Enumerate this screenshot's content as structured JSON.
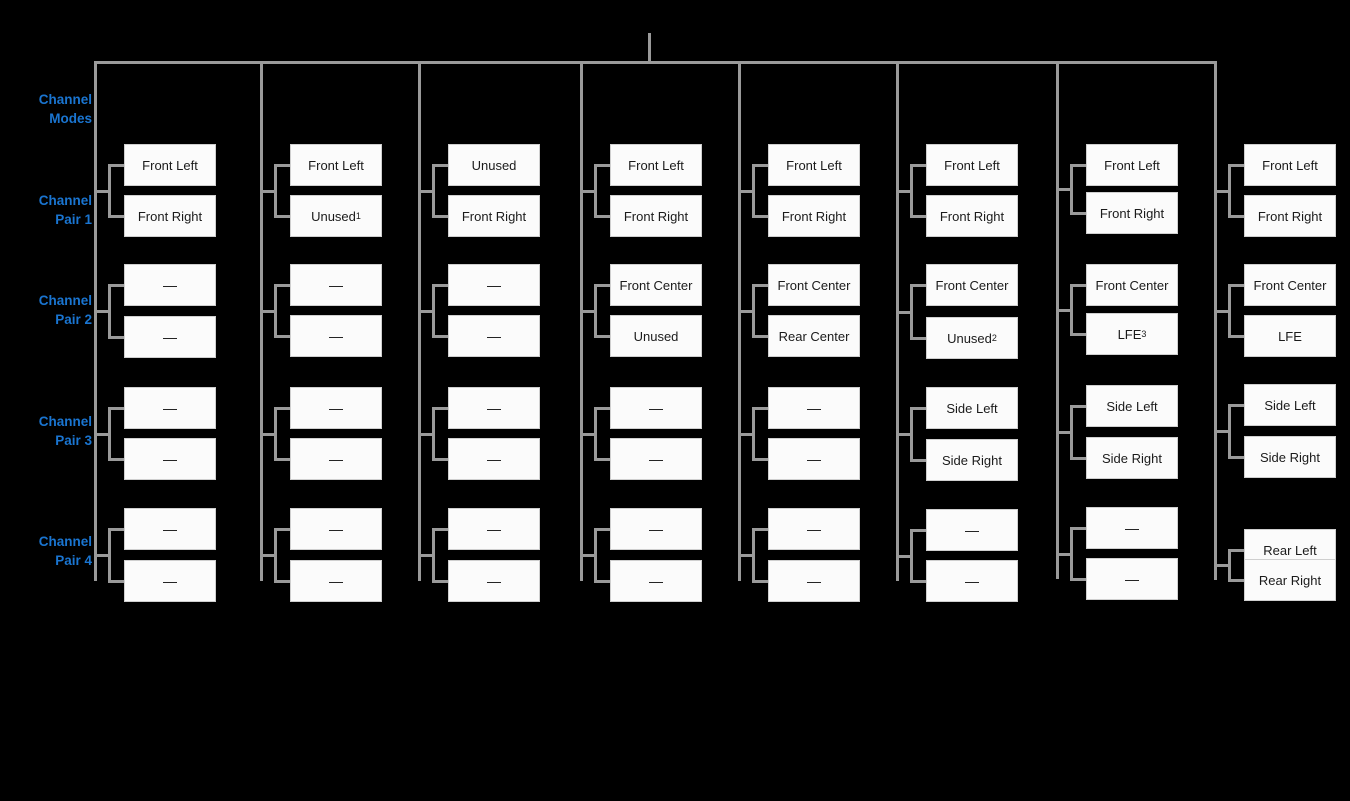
{
  "accent_color": "#1a75d1",
  "line_color": "#9a9a9a",
  "box_fill": "#fbfbfb",
  "box_border": "#cfcfcf",
  "background": "#000000",
  "row_labels": [
    {
      "id": "channel-modes",
      "line1": "Channel",
      "line2": "Modes"
    },
    {
      "id": "channel-pair-1",
      "line1": "Channel",
      "line2": "Pair 1"
    },
    {
      "id": "channel-pair-2",
      "line1": "Channel",
      "line2": "Pair 2"
    },
    {
      "id": "channel-pair-3",
      "line1": "Channel",
      "line2": "Pair 3"
    },
    {
      "id": "channel-pair-4",
      "line1": "Channel",
      "line2": "Pair 4"
    }
  ],
  "empty_cell": "—",
  "columns": [
    {
      "index": 1,
      "header": "",
      "pairs": [
        {
          "pair": 1,
          "top": "Front Left",
          "bottom": "Front Right"
        },
        {
          "pair": 2,
          "top": "—",
          "bottom": "—"
        },
        {
          "pair": 3,
          "top": "—",
          "bottom": "—"
        },
        {
          "pair": 4,
          "top": "—",
          "bottom": "—"
        }
      ]
    },
    {
      "index": 2,
      "header": "",
      "pairs": [
        {
          "pair": 1,
          "top": "Front Left",
          "bottom": "Unused",
          "bottom_sup": "1"
        },
        {
          "pair": 2,
          "top": "—",
          "bottom": "—"
        },
        {
          "pair": 3,
          "top": "—",
          "bottom": "—"
        },
        {
          "pair": 4,
          "top": "—",
          "bottom": "—"
        }
      ]
    },
    {
      "index": 3,
      "header": "",
      "pairs": [
        {
          "pair": 1,
          "top": "Unused",
          "bottom": "Front Right"
        },
        {
          "pair": 2,
          "top": "—",
          "bottom": "—"
        },
        {
          "pair": 3,
          "top": "—",
          "bottom": "—"
        },
        {
          "pair": 4,
          "top": "—",
          "bottom": "—"
        }
      ]
    },
    {
      "index": 4,
      "header": "",
      "pairs": [
        {
          "pair": 1,
          "top": "Front Left",
          "bottom": "Front Right"
        },
        {
          "pair": 2,
          "top": "Front Center",
          "bottom": "Unused"
        },
        {
          "pair": 3,
          "top": "—",
          "bottom": "—"
        },
        {
          "pair": 4,
          "top": "—",
          "bottom": "—"
        }
      ]
    },
    {
      "index": 5,
      "header": "",
      "pairs": [
        {
          "pair": 1,
          "top": "Front Left",
          "bottom": "Front Right"
        },
        {
          "pair": 2,
          "top": "Front Center",
          "bottom": "Rear Center"
        },
        {
          "pair": 3,
          "top": "—",
          "bottom": "—"
        },
        {
          "pair": 4,
          "top": "—",
          "bottom": "—"
        }
      ]
    },
    {
      "index": 6,
      "header": "",
      "pairs": [
        {
          "pair": 1,
          "top": "Front Left",
          "bottom": "Front Right"
        },
        {
          "pair": 2,
          "top": "Front Center",
          "bottom": "Unused",
          "bottom_sup": "2"
        },
        {
          "pair": 3,
          "top": "Side Left",
          "bottom": "Side Right"
        },
        {
          "pair": 4,
          "top": "—",
          "bottom": "—"
        }
      ]
    },
    {
      "index": 7,
      "header": "",
      "pairs": [
        {
          "pair": 1,
          "top": "Front Left",
          "bottom": "Front Right"
        },
        {
          "pair": 2,
          "top": "Front Center",
          "bottom": "LFE",
          "bottom_sup": "3"
        },
        {
          "pair": 3,
          "top": "Side Left",
          "bottom": "Side Right"
        },
        {
          "pair": 4,
          "top": "—",
          "bottom": "—"
        }
      ]
    },
    {
      "index": 8,
      "header": "",
      "pairs": [
        {
          "pair": 1,
          "top": "Front Left",
          "bottom": "Front Right"
        },
        {
          "pair": 2,
          "top": "Front Center",
          "bottom": "LFE"
        },
        {
          "pair": 3,
          "top": "Side Left",
          "bottom": "Side Right"
        },
        {
          "pair": 4,
          "top": "Rear Left",
          "bottom": "Rear Right"
        }
      ]
    }
  ]
}
